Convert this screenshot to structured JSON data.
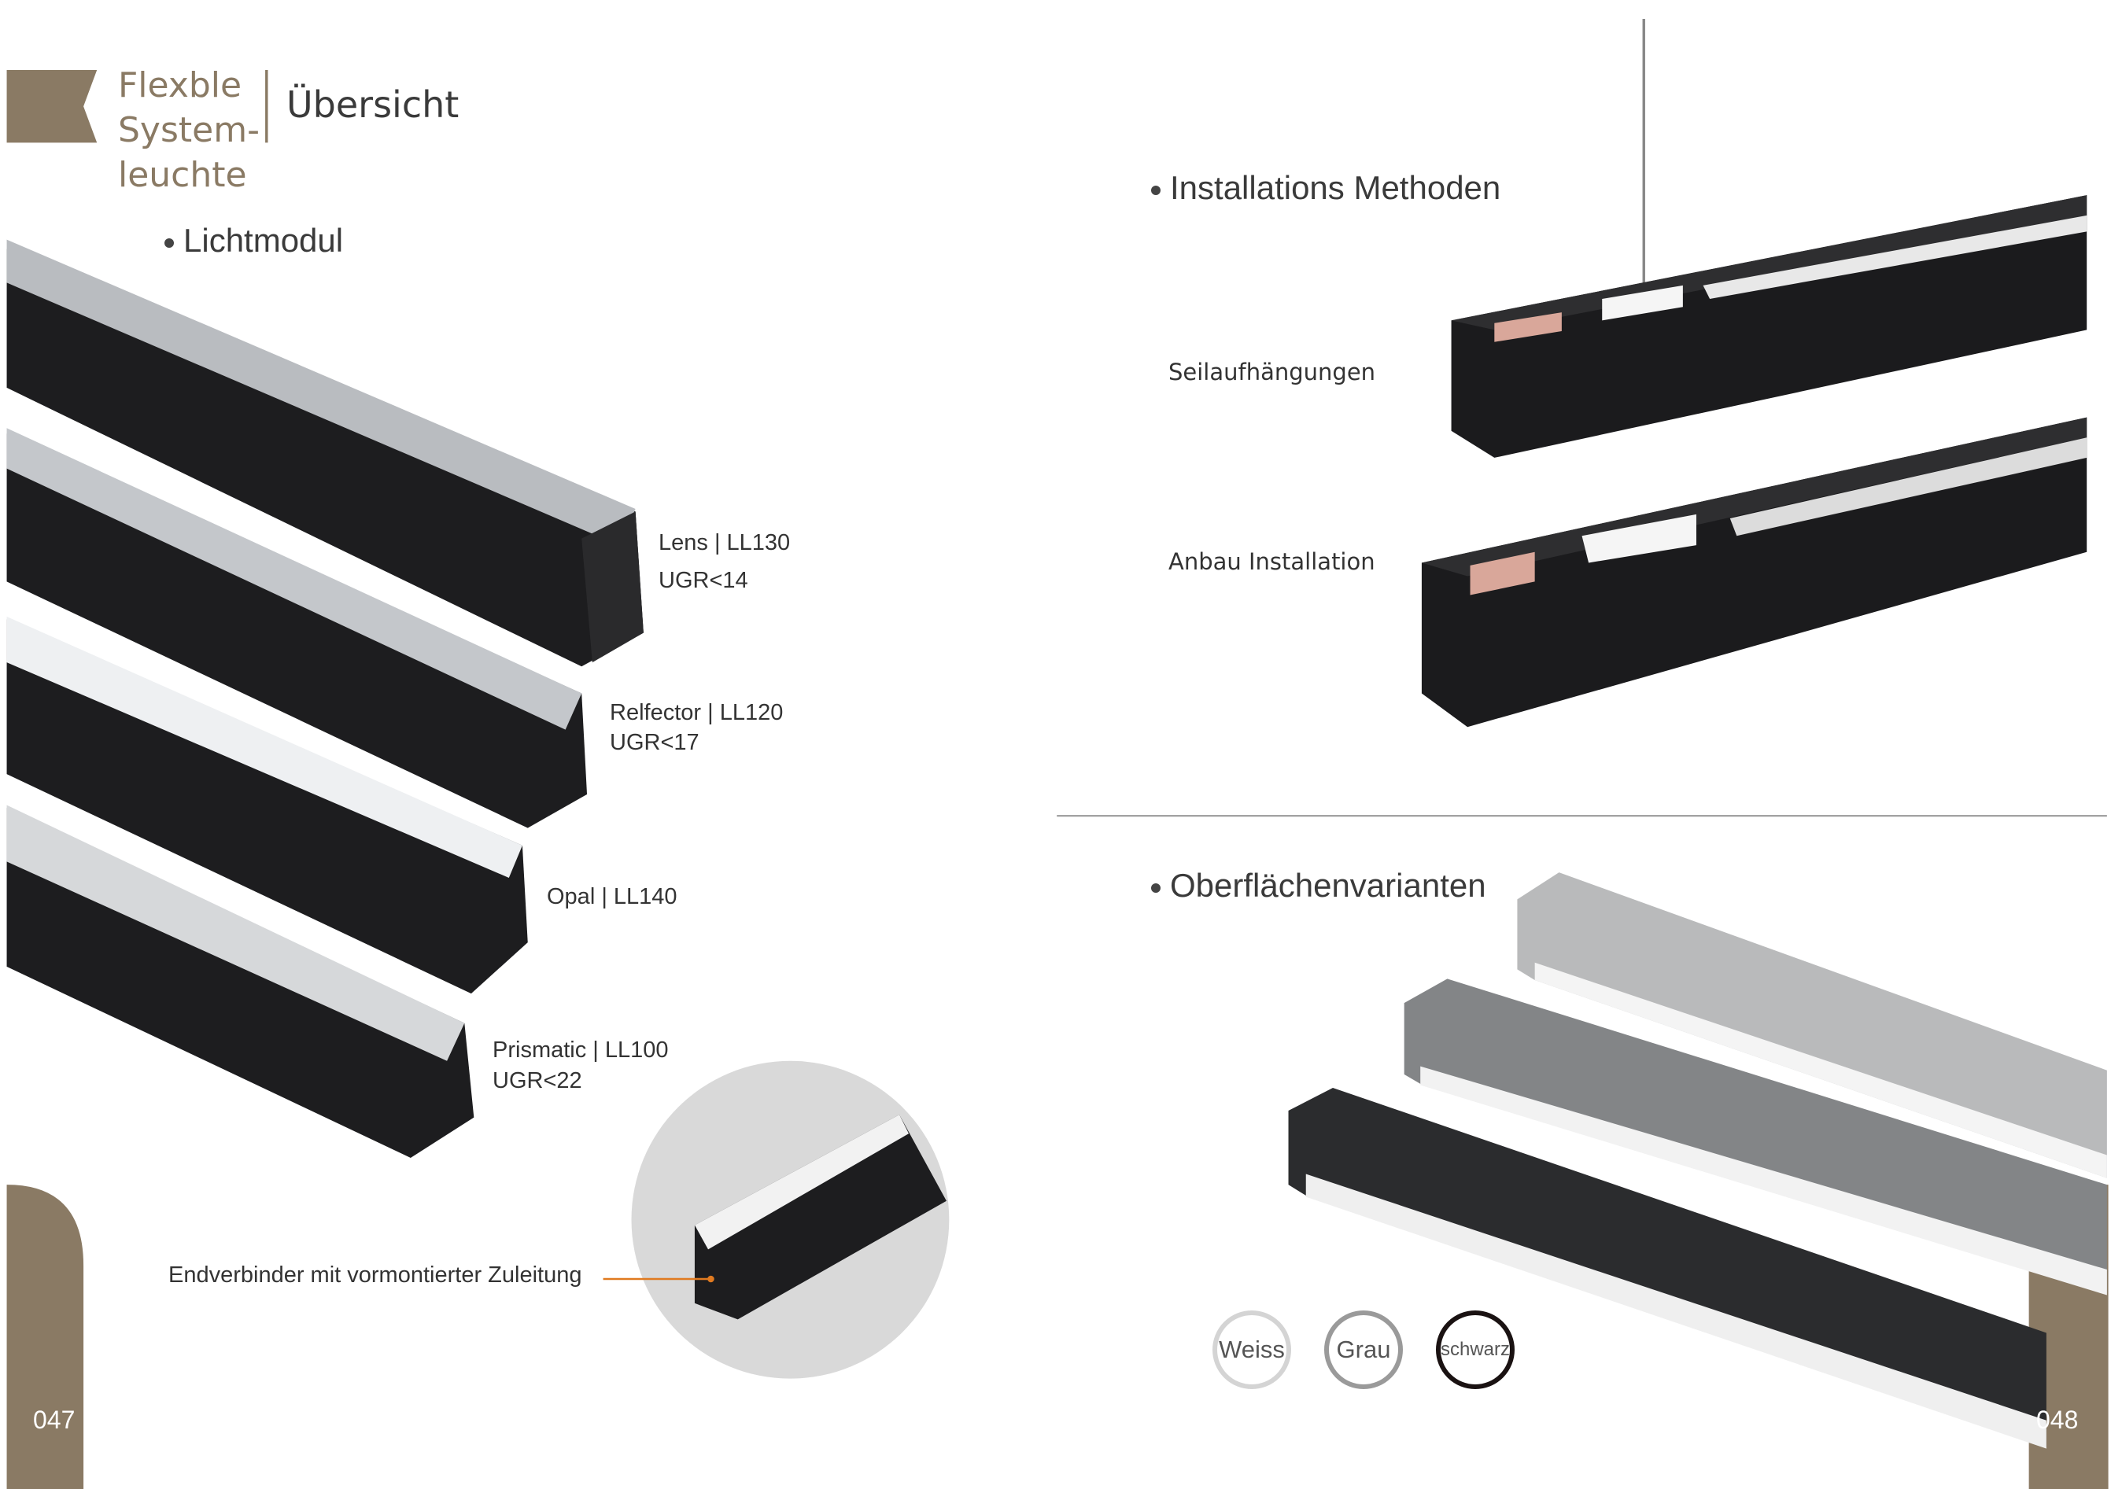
{
  "header": {
    "brand_lines": [
      "Flexble",
      "System-",
      "leuchte"
    ],
    "title": "Übersicht"
  },
  "left_page": {
    "section": "Lichtmodul",
    "modules": [
      {
        "name": "Lens | LL130",
        "ugr": "UGR<14"
      },
      {
        "name": "Relfector | LL120",
        "ugr": "UGR<17"
      },
      {
        "name": "Opal | LL140",
        "ugr": ""
      },
      {
        "name": "Prismatic | LL100",
        "ugr": "UGR<22"
      }
    ],
    "connector_label": "Endverbinder mit vormontierter Zuleitung",
    "page_number": "047"
  },
  "right_page": {
    "installation_section": "Installations Methoden",
    "installation_methods": [
      "Seilaufhängungen",
      "Anbau Installation"
    ],
    "surface_section": "Oberflächenvarianten",
    "finishes": [
      {
        "label": "Weiss",
        "color": "#d4d4d4"
      },
      {
        "label": "Grau",
        "color": "#9a9a9a"
      },
      {
        "label": "schwarz",
        "color": "#1a1212"
      }
    ],
    "page_number": "048"
  },
  "colors": {
    "accent": "#8a7a64",
    "accent_dark": "#7d6f5c",
    "orange": "#e07a20"
  }
}
